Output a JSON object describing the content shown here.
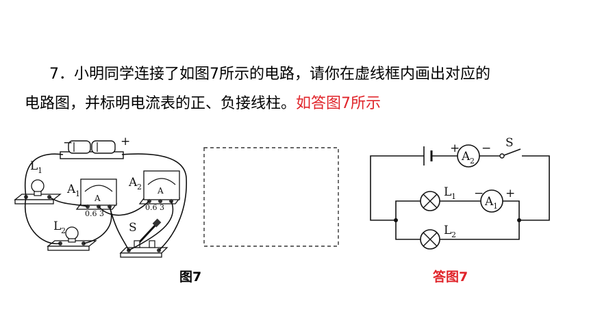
{
  "question": {
    "number": "7．",
    "line1": "小明同学连接了如图7所示的电路，请你在虚线框内画出对应的",
    "line2": "电路图，并标明电流表的正、负接线柱。",
    "answer_note": "如答图7所示"
  },
  "figure_left": {
    "caption": "图7",
    "battery_minus": "−",
    "battery_plus": "+",
    "lamp1": "L",
    "lamp1_sub": "1",
    "lamp2": "L",
    "lamp2_sub": "2",
    "ammeter1": "A",
    "ammeter1_sub": "1",
    "ammeter2": "A",
    "ammeter2_sub": "2",
    "meter_face": "A",
    "meter_scale": "0.6  3",
    "switch": "S"
  },
  "figure_right": {
    "caption": "答图7",
    "a2_plus": "+",
    "a2_minus": "−",
    "a2": "A",
    "a2_sub": "2",
    "switch": "S",
    "l1": "L",
    "l1_sub": "1",
    "a1_minus": "−",
    "a1_plus": "+",
    "a1": "A",
    "a1_sub": "1",
    "l2": "L",
    "l2_sub": "2"
  }
}
